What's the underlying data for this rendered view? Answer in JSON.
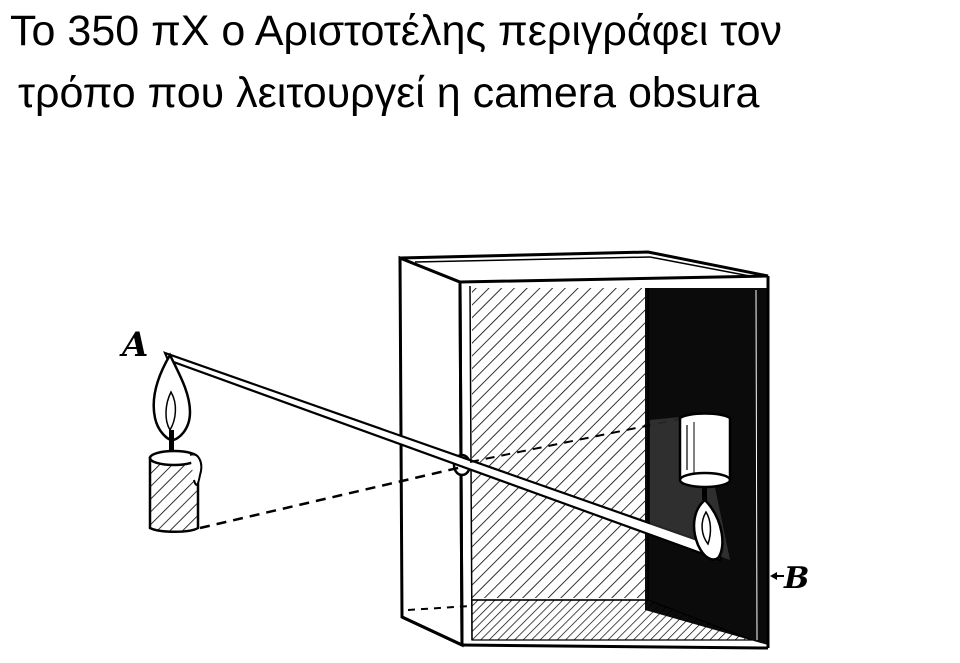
{
  "title": {
    "line1": "Το 350 πΧ ο Αριστοτέλης περιγράφει τον",
    "line2": "τρόπο που λειτουργεί η camera obsura"
  },
  "figure": {
    "label_a": "A",
    "label_b": "B"
  },
  "colors": {
    "ink": "#000000",
    "paper": "#ffffff"
  }
}
